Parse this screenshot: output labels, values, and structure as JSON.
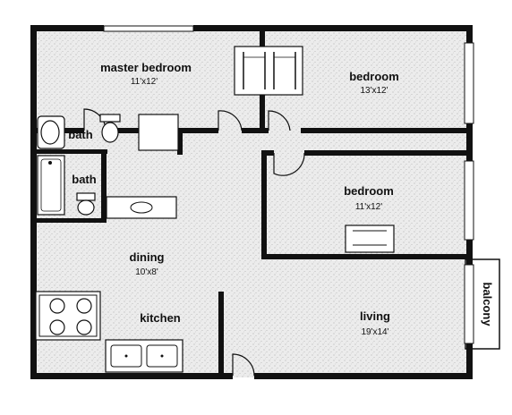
{
  "rooms": {
    "master_bedroom": {
      "name": "master bedroom",
      "dims": "11'x12'"
    },
    "bedroom_1": {
      "name": "bedroom",
      "dims": "13'x12'"
    },
    "bedroom_2": {
      "name": "bedroom",
      "dims": "11'x12'"
    },
    "bath_1": {
      "name": "bath"
    },
    "bath_2": {
      "name": "bath"
    },
    "dining": {
      "name": "dining",
      "dims": "10'x8'"
    },
    "kitchen": {
      "name": "kitchen"
    },
    "living": {
      "name": "living",
      "dims": "19'x14'"
    },
    "balcony": {
      "name": "balcony"
    }
  },
  "colors": {
    "wall": "#111111",
    "floor": "#e9e9e9",
    "fixture": "#ffffff"
  }
}
